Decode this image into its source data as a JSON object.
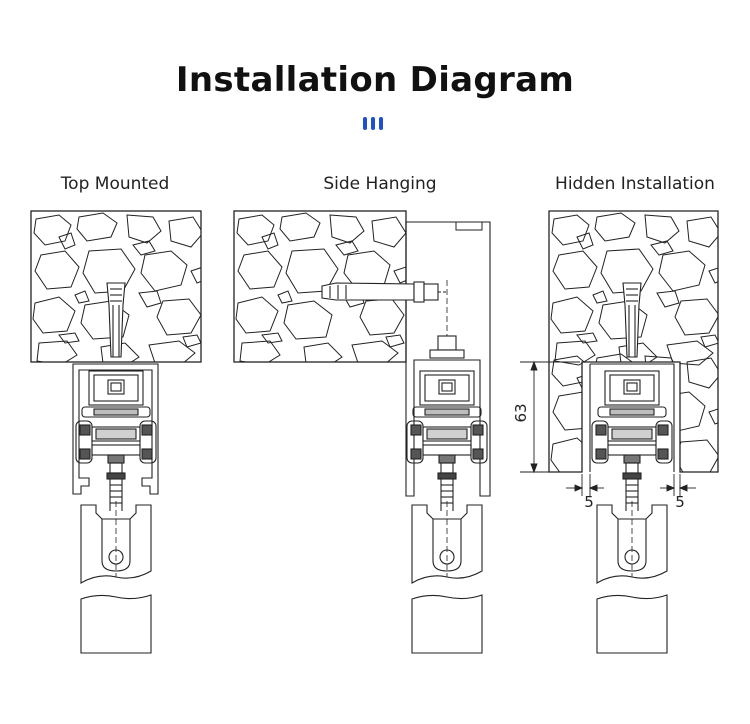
{
  "title": "Installation Diagram",
  "accent_color": "#1f4fd1",
  "panels": [
    {
      "label": "Top Mounted"
    },
    {
      "label": "Side Hanging"
    },
    {
      "label": "Hidden Installation"
    }
  ],
  "dimensions": {
    "height": "63",
    "gap_left": "5",
    "gap_right": "5"
  }
}
